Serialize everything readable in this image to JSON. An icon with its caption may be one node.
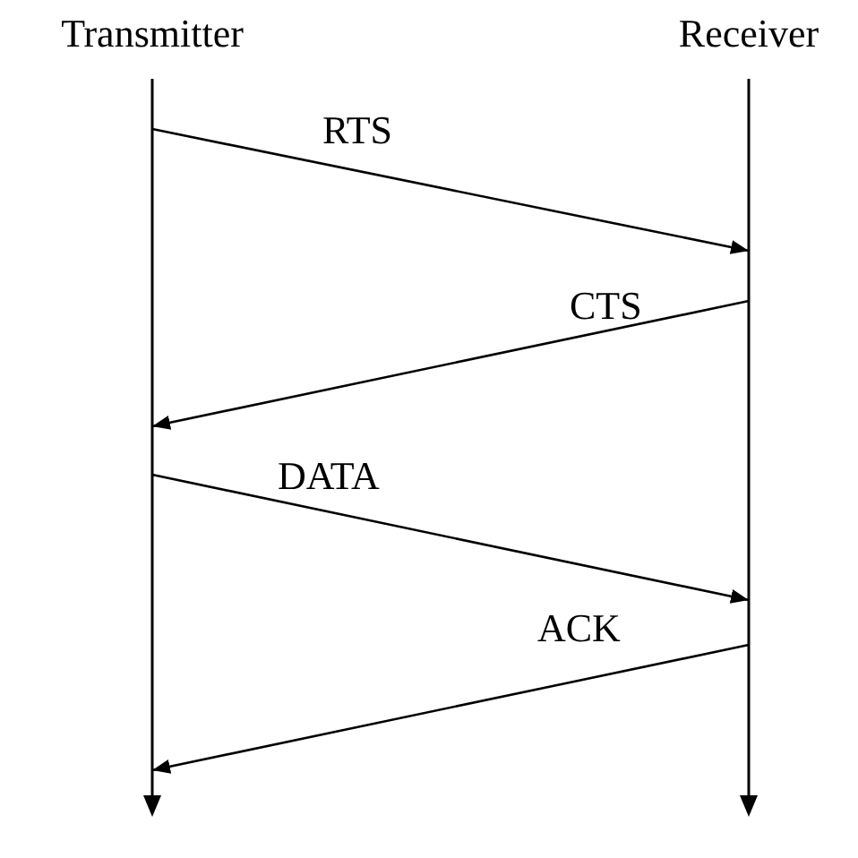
{
  "diagram": {
    "nodes": [
      {
        "text": [
          "Transmitter"
        ]
      },
      {
        "text": [
          "Receiver"
        ]
      }
    ],
    "edges": [
      {
        "from": 0,
        "to": 1,
        "arrow": "to",
        "label": "RTS"
      },
      {
        "from": 1,
        "to": 0,
        "arrow": "to",
        "label": "CTS"
      },
      {
        "from": 0,
        "to": 1,
        "arrow": "to",
        "label": "DATA"
      },
      {
        "from": 1,
        "to": 0,
        "arrow": "to",
        "label": "ACK"
      }
    ]
  }
}
